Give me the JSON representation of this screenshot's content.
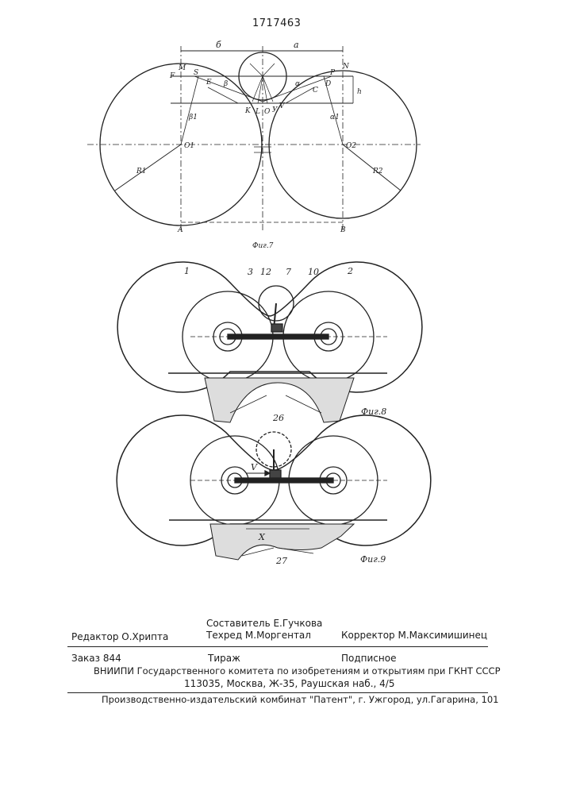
{
  "patent_number": "1717463",
  "figures": {
    "fig7": {
      "caption": "Фиг.7",
      "labels": {
        "dim_left": "б",
        "dim_right": "а",
        "o1": "О1",
        "o2": "О2",
        "r1": "R1",
        "r2": "R2",
        "a_bottom": "А",
        "b_bottom": "В",
        "m": "M",
        "n": "N",
        "f": "F",
        "s": "S",
        "e": "E",
        "p": "P",
        "c": "C",
        "d": "D",
        "h": "h",
        "beta": "β",
        "alpha": "α",
        "b1": "β1",
        "a1": "α1",
        "k": "K",
        "l": "L",
        "o": "O",
        "y": "У",
        "v": "V"
      }
    },
    "fig8": {
      "caption": "Фиг.8",
      "labels": {
        "n1": "1",
        "n2": "2",
        "n3": "3",
        "n7": "7",
        "n10": "10",
        "n12": "12",
        "n26": "26"
      }
    },
    "fig9": {
      "caption": "Фиг.9",
      "labels": {
        "v": "V",
        "x": "X",
        "n27": "27"
      }
    }
  },
  "footer": {
    "editor": "Редактор О.Хрипта",
    "compiler": "Составитель Е.Гучкова",
    "techred": "Техред М.Моргентал",
    "corrector": "Корректор М.Максимишинец",
    "order": "Заказ 844",
    "tirazh": "Тираж",
    "podpisnoe": "Подписное",
    "vniipi": "ВНИИПИ Государственного комитета по изобретениям и открытиям при ГКНТ СССР",
    "address": "113035, Москва, Ж-35, Раушская наб., 4/5",
    "printer": "Производственно-издательский комбинат \"Патент\", г. Ужгород, ул.Гагарина, 101"
  }
}
